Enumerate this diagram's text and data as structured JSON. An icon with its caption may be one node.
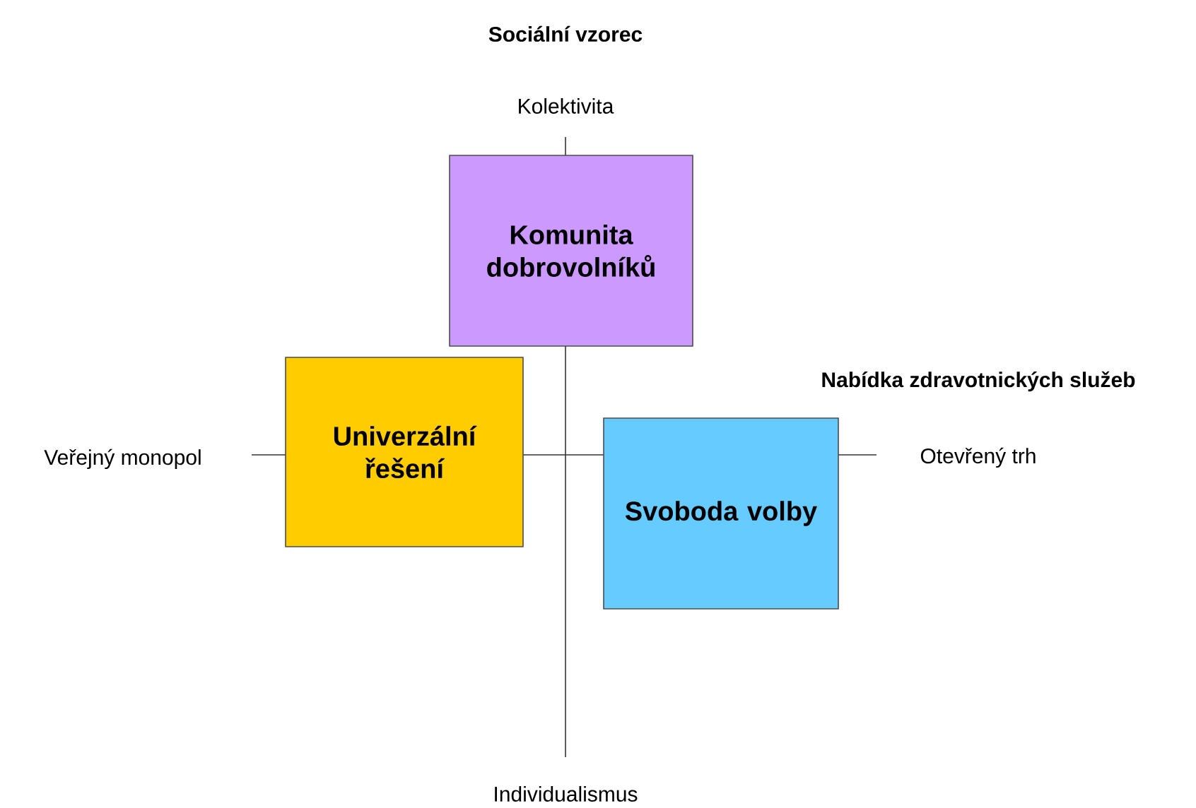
{
  "diagram": {
    "nodes": [
      {
        "text": [
          "Komunita dobrovolníků"
        ]
      },
      {
        "text": [
          "Univerzální řešení"
        ]
      },
      {
        "text": [
          "Svoboda volby"
        ]
      }
    ],
    "labels": [
      "Sociální vzorec",
      "Kolektivita",
      "Nabídka zdravotnických služeb",
      "Veřejný monopol",
      "Otevřený trh",
      "Individualismus"
    ]
  }
}
